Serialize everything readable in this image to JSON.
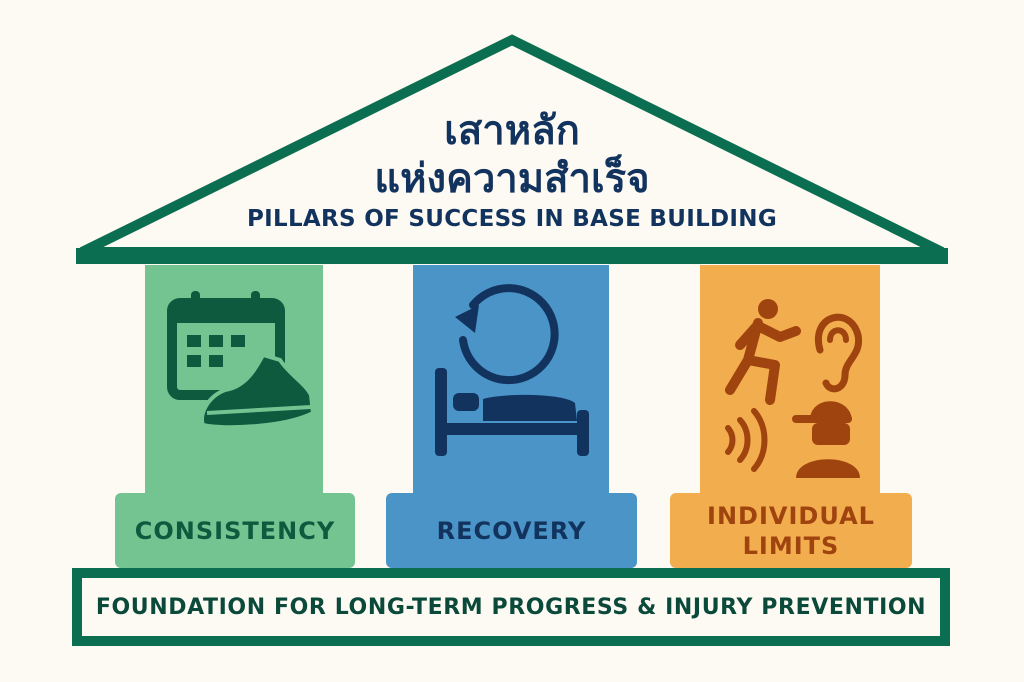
{
  "title": {
    "thai_line1": "เสาหลัก",
    "thai_line2": "แห่งความสำเร็จ",
    "subtitle": "PILLARS OF SUCCESS IN BASE BUILDING"
  },
  "pillars": [
    {
      "label": "CONSISTENCY",
      "icons": [
        "calendar-icon",
        "running-shoe-icon"
      ],
      "color": "#74c492",
      "text_color": "#0d5a3f"
    },
    {
      "label": "RECOVERY",
      "icons": [
        "refresh-cycle-icon",
        "bed-icon"
      ],
      "color": "#4a94c8",
      "text_color": "#0b2f5e"
    },
    {
      "label_line1": "INDIVIDUAL",
      "label_line2": "LIMITS",
      "icons": [
        "runner-icon",
        "ear-icon",
        "sound-waves-icon",
        "person-cap-icon"
      ],
      "color": "#f2ad4e",
      "text_color": "#a0440f"
    }
  ],
  "foundation": {
    "label": "FOUNDATION FOR LONG-TERM PROGRESS & INJURY PREVENTION"
  },
  "colors": {
    "frame": "#0b6e50",
    "background": "#fdfaf3"
  }
}
